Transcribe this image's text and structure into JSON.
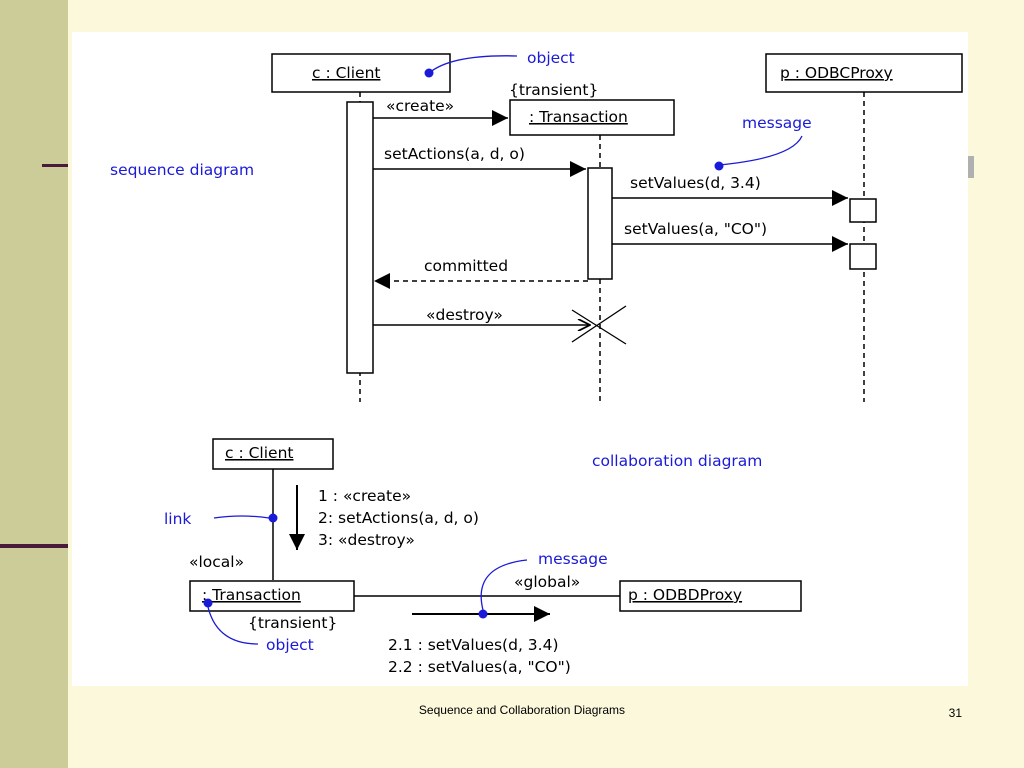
{
  "sequence": {
    "label": "sequence diagram",
    "client": "c : Client",
    "transaction": ": Transaction",
    "proxy": "p : ODBCProxy",
    "transient": "{transient}",
    "object_note": "object",
    "message_note": "message",
    "msg_create": "«create»",
    "msg_set_actions": "setActions(a, d, o)",
    "msg_set_values_1": "setValues(d, 3.4)",
    "msg_set_values_2": "setValues(a, \"CO\")",
    "msg_committed": "committed",
    "msg_destroy": "«destroy»"
  },
  "collaboration": {
    "label": "collaboration diagram",
    "client": "c : Client",
    "transaction": ": Transaction",
    "proxy": "p : ODBDProxy",
    "link_note": "link",
    "local": "«local»",
    "global": "«global»",
    "transient": "{transient}",
    "object_note": "object",
    "message_note": "message",
    "msg_1": "1 : «create»",
    "msg_2": "2: setActions(a, d, o)",
    "msg_3": "3: «destroy»",
    "msg_2_1": "2.1 : setValues(d, 3.4)",
    "msg_2_2": "2.2 : setValues(a, \"CO\")"
  },
  "footer": {
    "title": "Sequence and Collaboration Diagrams",
    "page": "31"
  }
}
